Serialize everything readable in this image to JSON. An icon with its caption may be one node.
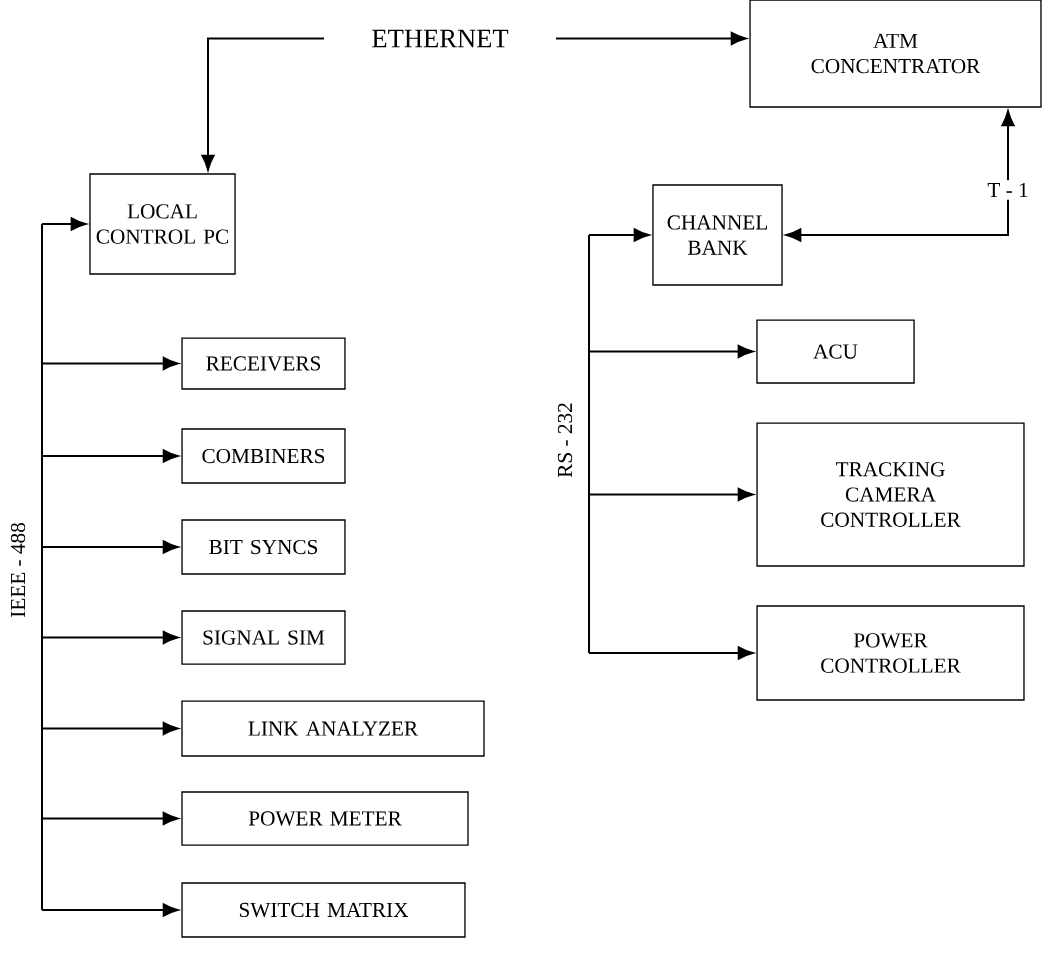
{
  "diagram": {
    "nodes": [
      {
        "text": [
          "ETHERNET"
        ]
      },
      {
        "text": [
          "ATM CONCENTRATOR"
        ]
      },
      {
        "text": [
          "LOCAL CONTROL PC"
        ]
      },
      {
        "text": [
          "CHANNEL BANK"
        ]
      },
      {
        "text": [
          "RECEIVERS"
        ]
      },
      {
        "text": [
          "COMBINERS"
        ]
      },
      {
        "text": [
          "BIT SYNCS"
        ]
      },
      {
        "text": [
          "SIGNAL SIM"
        ]
      },
      {
        "text": [
          "LINK ANALYZER"
        ]
      },
      {
        "text": [
          "POWER METER"
        ]
      },
      {
        "text": [
          "SWITCH MATRIX"
        ]
      },
      {
        "text": [
          "ACU"
        ]
      },
      {
        "text": [
          "TRACKING CAMERA CONTROLLER"
        ]
      },
      {
        "text": [
          "POWER CONTROLLER"
        ]
      }
    ],
    "edges": [
      {
        "from": 0,
        "to": 2,
        "arrow": "to"
      },
      {
        "from": 0,
        "to": 1,
        "arrow": "to"
      },
      {
        "from": 3,
        "to": 1,
        "arrow": "both",
        "label": "T - 1"
      },
      {
        "from": null,
        "to": 2,
        "arrow": "to"
      },
      {
        "from": null,
        "to": 4,
        "arrow": "to"
      },
      {
        "from": null,
        "to": 5,
        "arrow": "to"
      },
      {
        "from": null,
        "to": 6,
        "arrow": "to"
      },
      {
        "from": null,
        "to": 7,
        "arrow": "to"
      },
      {
        "from": null,
        "to": 8,
        "arrow": "to"
      },
      {
        "from": null,
        "to": 9,
        "arrow": "to"
      },
      {
        "from": null,
        "to": 10,
        "arrow": "to"
      },
      {
        "from": null,
        "to": 3,
        "arrow": "to"
      },
      {
        "from": null,
        "to": 11,
        "arrow": "to"
      },
      {
        "from": null,
        "to": 12,
        "arrow": "to"
      },
      {
        "from": null,
        "to": 13,
        "arrow": "to"
      }
    ],
    "labels": [
      "IEEE - 488",
      "RS - 232"
    ]
  }
}
